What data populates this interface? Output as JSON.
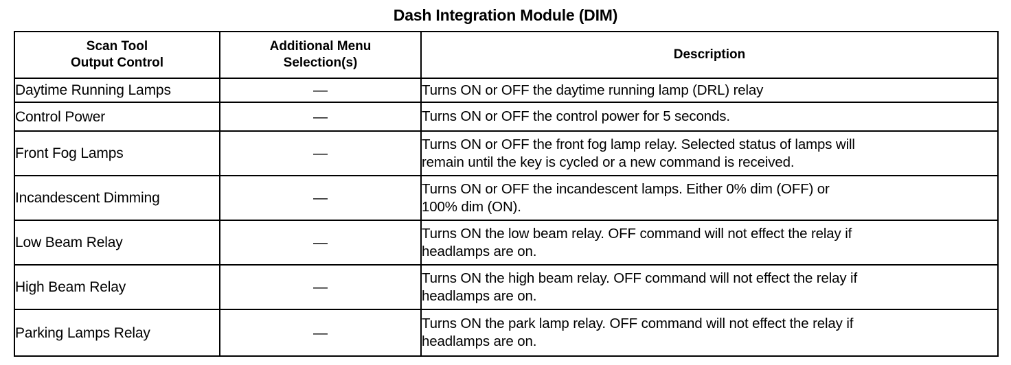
{
  "document": {
    "title": "Dash Integration Module (DIM)"
  },
  "table": {
    "headers": {
      "col1_line1": "Scan Tool",
      "col1_line2": "Output Control",
      "col2_line1": "Additional Menu",
      "col2_line2": "Selection(s)",
      "col3": "Description"
    },
    "rows": [
      {
        "control": "Daytime Running Lamps",
        "selection": "—",
        "desc_line1": "Turns ON or OFF the daytime running lamp (DRL) relay",
        "desc_line2": ""
      },
      {
        "control": "Control Power",
        "selection": "—",
        "desc_line1": "Turns ON or OFF the control power for 5 seconds.",
        "desc_line2": ""
      },
      {
        "control": "Front Fog Lamps",
        "selection": "—",
        "desc_line1": "Turns ON or OFF the front fog lamp relay. Selected status of lamps will",
        "desc_line2": "remain until the key is cycled or a new command is received."
      },
      {
        "control": "Incandescent Dimming",
        "selection": "—",
        "desc_line1": "Turns ON or OFF the incandescent lamps. Either 0% dim (OFF) or",
        "desc_line2": "100% dim (ON)."
      },
      {
        "control": "Low Beam Relay",
        "selection": "—",
        "desc_line1": "Turns ON the low beam relay. OFF command will not effect the relay if",
        "desc_line2": "headlamps are on."
      },
      {
        "control": "High Beam Relay",
        "selection": "—",
        "desc_line1": "Turns ON the high beam relay. OFF command will not effect the relay if",
        "desc_line2": "headlamps are on."
      },
      {
        "control": "Parking Lamps Relay",
        "selection": "—",
        "desc_line1": "Turns ON the park lamp relay. OFF command will not effect the relay if",
        "desc_line2": "headlamps are on."
      }
    ]
  },
  "colors": {
    "text": "#000000",
    "border": "#000000",
    "background": "#ffffff"
  }
}
